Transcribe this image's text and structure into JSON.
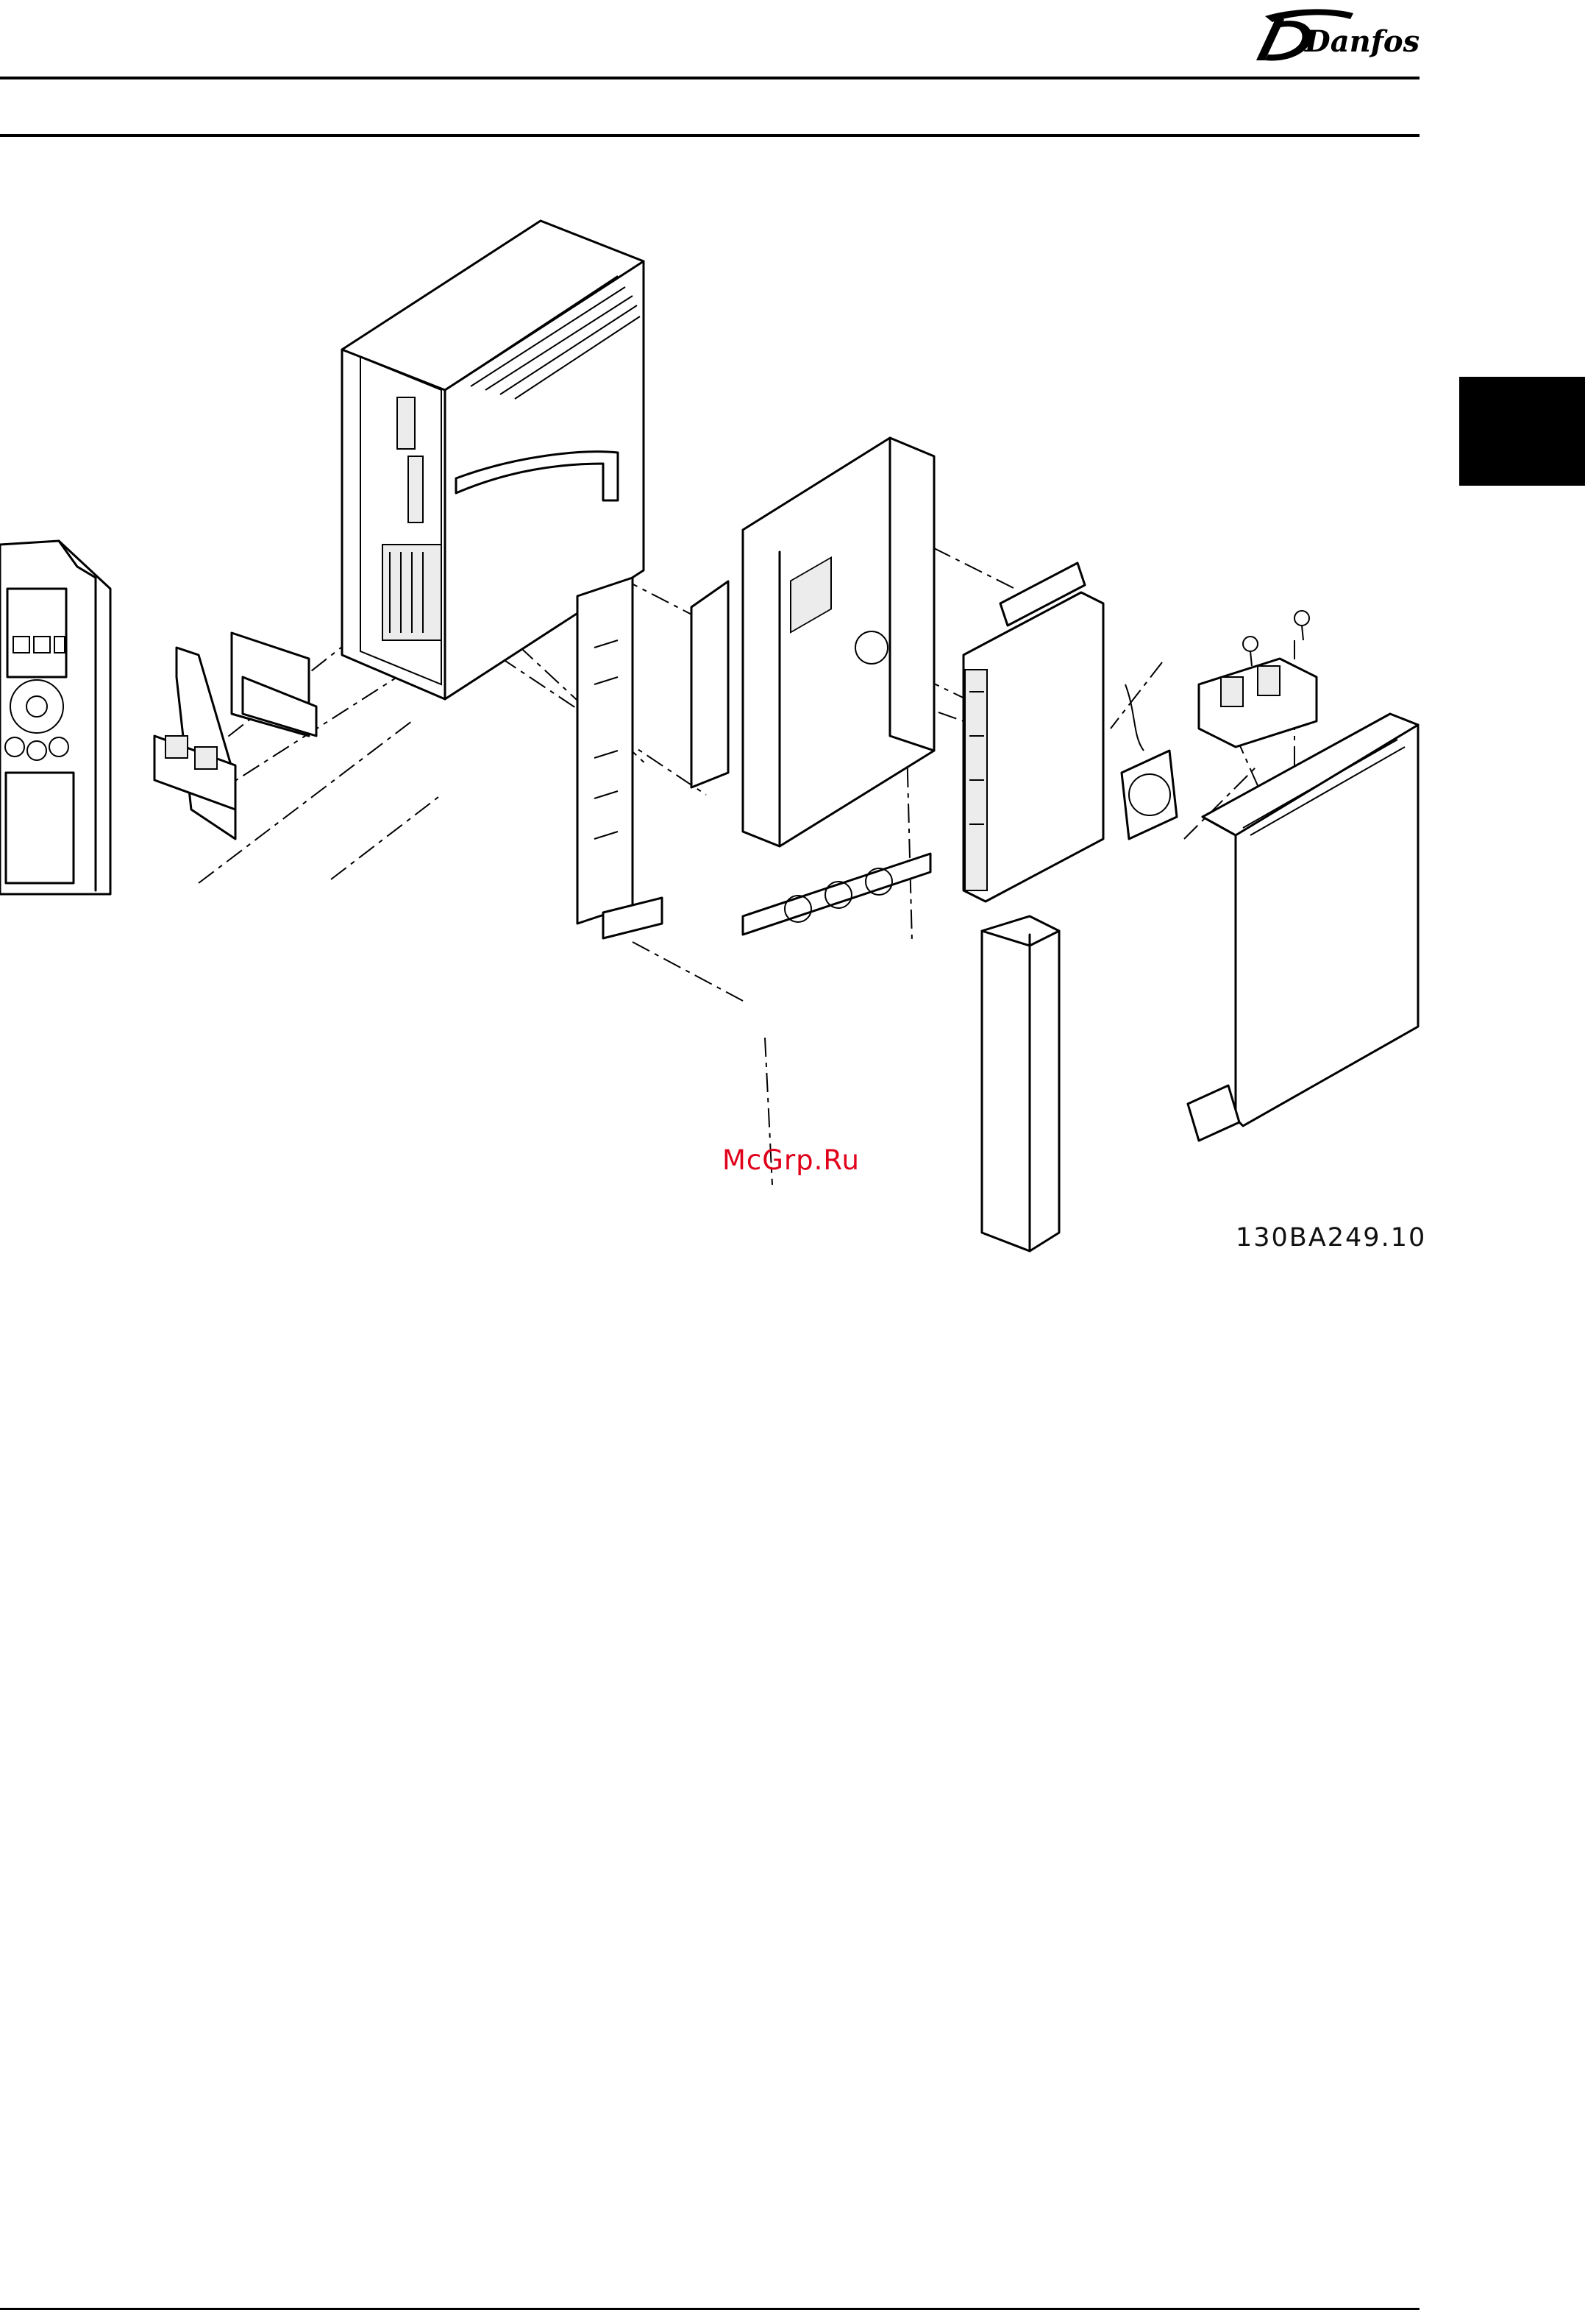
{
  "header": {
    "brand_logo": "Danfoss",
    "logo_color": "#000000"
  },
  "chapter_tab": {
    "color": "#000000"
  },
  "figure": {
    "watermark": "McGrp.Ru",
    "watermark_color": "#e0001a",
    "figure_id": "130BA249.10"
  }
}
